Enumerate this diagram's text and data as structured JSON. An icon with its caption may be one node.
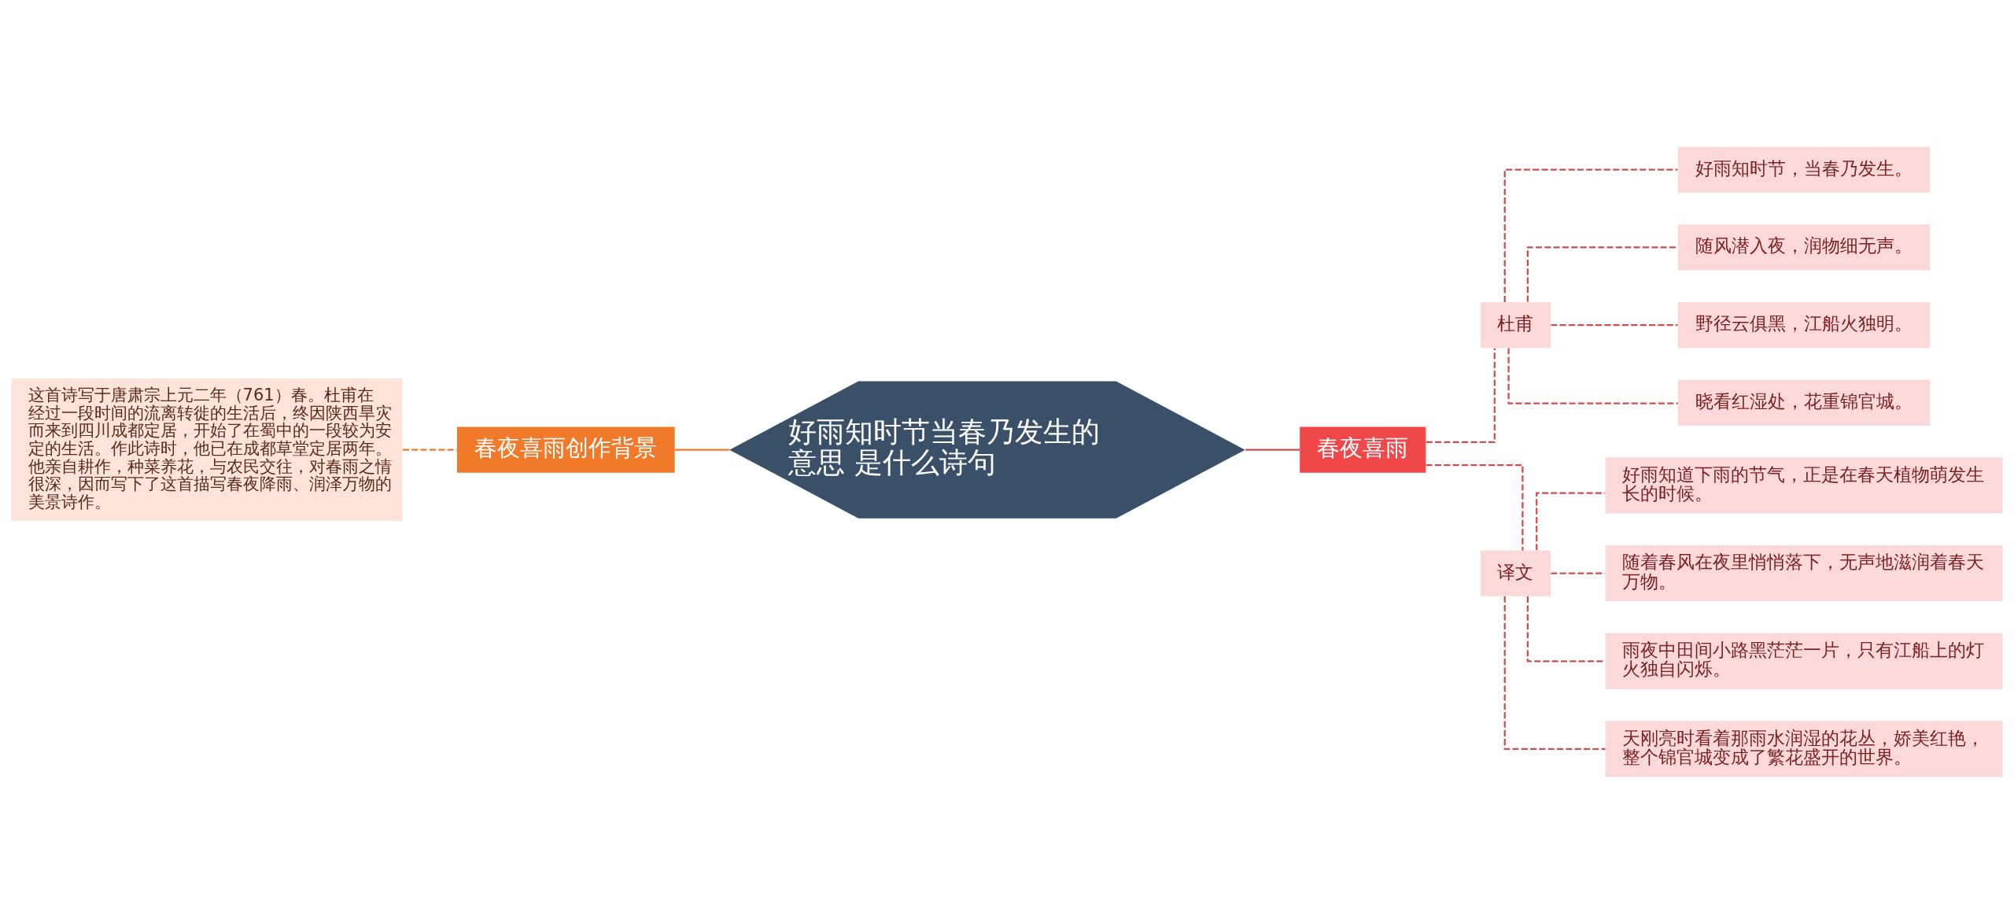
{
  "diagram": {
    "nodes": [
      {
        "text": [
          "好雨知时节当春乃发生的意思 是什么诗句"
        ]
      },
      {
        "text": [
          "春夜喜雨创作背景"
        ]
      },
      {
        "text": [
          "这首诗写于唐肃宗上元二年（761）春。杜甫在经过一段时间的流离转徙的生活后，终因陕西旱灾而来到四川成都定居，开始了在蜀中的一段较为安定的生活。作此诗时，他已在成都草堂定居两年。他亲自耕作，种菜养花，与农民交往，对春雨之情很深，因而写下了这首描写春夜降雨、润泽万物的美景诗作。"
        ]
      },
      {
        "text": [
          "春夜喜雨"
        ]
      },
      {
        "text": [
          "杜甫"
        ]
      },
      {
        "text": [
          "好雨知时节，当春乃发生。"
        ]
      },
      {
        "text": [
          "随风潜入夜，润物细无声。"
        ]
      },
      {
        "text": [
          "野径云俱黑，江船火独明。"
        ]
      },
      {
        "text": [
          "晓看红湿处，花重锦官城。"
        ]
      },
      {
        "text": [
          "译文"
        ]
      },
      {
        "text": [
          "好雨知道下雨的节气，正是在春天植物萌发生长的时候。"
        ]
      },
      {
        "text": [
          "随着春风在夜里悄悄落下，无声地滋润着春天万物。"
        ]
      },
      {
        "text": [
          "雨夜中田间小路黑茫茫一片，只有江船上的灯火独自闪烁。"
        ]
      },
      {
        "text": [
          "天刚亮时看着那雨水润湿的花丛，娇美红艳，整个锦官城变成了繁花盛开的世界。"
        ]
      }
    ],
    "edges": [
      {
        "from": 0,
        "to": 1,
        "arrow": "none",
        "color": "#f07a2a"
      },
      {
        "from": 1,
        "to": 2,
        "arrow": "none",
        "style": "dashed",
        "color": "#f07a2a"
      },
      {
        "from": 0,
        "to": 3,
        "arrow": "none"
      },
      {
        "from": 3,
        "to": 4,
        "arrow": "none",
        "style": "dashed"
      },
      {
        "from": 4,
        "to": 5,
        "arrow": "none",
        "style": "dashed"
      },
      {
        "from": 4,
        "to": 6,
        "arrow": "none",
        "style": "dashed"
      },
      {
        "from": 4,
        "to": 7,
        "arrow": "none",
        "style": "dashed"
      },
      {
        "from": 4,
        "to": 8,
        "arrow": "none",
        "style": "dashed"
      },
      {
        "from": 3,
        "to": 9,
        "arrow": "none",
        "style": "dashed"
      },
      {
        "from": 9,
        "to": 10,
        "arrow": "none",
        "style": "dashed"
      },
      {
        "from": 9,
        "to": 11,
        "arrow": "none",
        "style": "dashed"
      },
      {
        "from": 9,
        "to": 12,
        "arrow": "none",
        "style": "dashed"
      },
      {
        "from": 9,
        "to": 13,
        "arrow": "none",
        "style": "dashed"
      }
    ]
  }
}
